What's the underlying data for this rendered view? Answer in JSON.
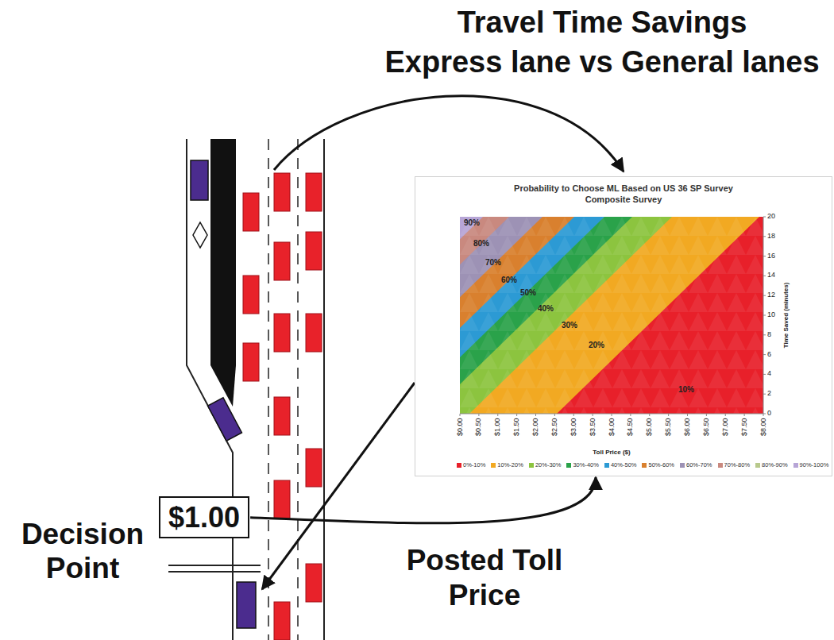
{
  "diagram": {
    "nodes": [
      {
        "text": [
          "Probability to Choose ML Based on US 36 SP Survey",
          "Composite Survey"
        ]
      },
      {
        "text": [
          "$1.00"
        ]
      }
    ],
    "edges": [
      {
        "from": 1,
        "to": 0,
        "arrow": "to"
      }
    ],
    "labels": [
      "Travel Time Savings",
      "Express lane vs General lanes",
      "Decision Point",
      "Posted Toll Price",
      "90%",
      "80%",
      "70%",
      "60%",
      "50%",
      "40%",
      "30%",
      "20%",
      "10%",
      "$0.00",
      "$0.50",
      "$1.00",
      "$1.50",
      "$2.00",
      "$2.50",
      "$3.00",
      "$3.50",
      "$4.00",
      "$4.50",
      "$5.00",
      "$5.50",
      "$6.00",
      "$6.50",
      "$7.00",
      "$7.50",
      "$8.00",
      "20",
      "18",
      "16",
      "14",
      "12",
      "10",
      "8",
      "6",
      "4",
      "2",
      "0",
      "Time Saved (minutes)",
      "Toll Price ($)"
    ],
    "legend": [
      {
        "text": "0%-10%",
        "color": "#e8202a"
      },
      {
        "text": "10%-20%",
        "color": "#f2a922"
      },
      {
        "text": "20%-30%",
        "color": "#8cc43f"
      },
      {
        "text": "30%-40%",
        "color": "#2aa24a"
      },
      {
        "text": "40%-50%",
        "color": "#2c9ad4"
      },
      {
        "text": "50%-60%",
        "color": "#d9802e"
      },
      {
        "text": "60%-70%",
        "color": "#9d92b5"
      },
      {
        "text": "70%-80%",
        "color": "#c9897f"
      },
      {
        "text": "80%-90%",
        "color": "#b8c98c"
      },
      {
        "text": "90%-100%",
        "color": "#b7a5d6"
      }
    ]
  }
}
